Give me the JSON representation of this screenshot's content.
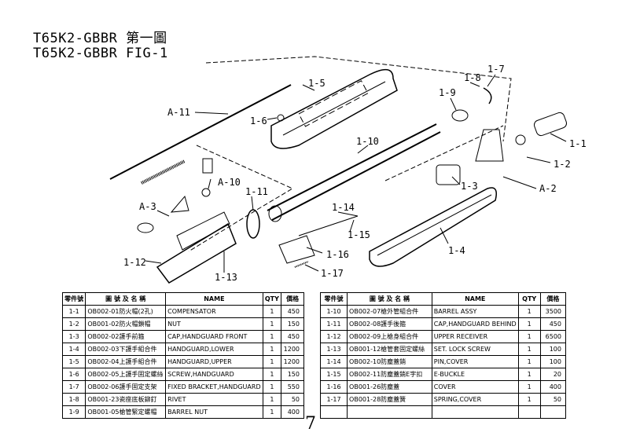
{
  "title": {
    "line1": "T65K2-GBBR 第一圖",
    "line2": "T65K2-GBBR FIG-1"
  },
  "callouts": [
    "A-11",
    "1-5",
    "1-6",
    "1-8",
    "1-7",
    "1-9",
    "1-10",
    "1-1",
    "1-2",
    "A-2",
    "1-3",
    "A-10",
    "1-11",
    "A-3",
    "1-14",
    "1-15",
    "1-4",
    "1-16",
    "1-12",
    "1-13",
    "1-17"
  ],
  "table_headers": {
    "no": "零件號",
    "code_name": "圖 號 及 名 稱",
    "name": "NAME",
    "qty": "QTY",
    "price": "價格"
  },
  "parts_left": [
    {
      "no": "1-1",
      "code": "OB002-01防火帽(2孔)",
      "name": "COMPENSATOR",
      "qty": "1",
      "price": "450"
    },
    {
      "no": "1-2",
      "code": "OB001-02防火帽鎖帽",
      "name": "NUT",
      "qty": "1",
      "price": "150"
    },
    {
      "no": "1-3",
      "code": "OB002-02護手前箍",
      "name": "CAP,HANDGUARD FRONT",
      "qty": "1",
      "price": "450"
    },
    {
      "no": "1-4",
      "code": "OB002-03下護手組合件",
      "name": "HANDGUARD,LOWER",
      "qty": "1",
      "price": "1200"
    },
    {
      "no": "1-5",
      "code": "OB002-04上護手組合件",
      "name": "HANDGUARD,UPPER",
      "qty": "1",
      "price": "1200"
    },
    {
      "no": "1-6",
      "code": "OB002-05上護手固定螺絲",
      "name": "SCREW,HANDGUARD",
      "qty": "1",
      "price": "150"
    },
    {
      "no": "1-7",
      "code": "OB002-06護手固定支架",
      "name": "FIXED BRACKET,HANDGUARD",
      "qty": "1",
      "price": "550"
    },
    {
      "no": "1-8",
      "code": "OB001-23瓷座底板鉚釘",
      "name": "RIVET",
      "qty": "1",
      "price": "50"
    },
    {
      "no": "1-9",
      "code": "OB001-05槍管緊定螺帽",
      "name": "BARREL NUT",
      "qty": "1",
      "price": "400"
    }
  ],
  "parts_right": [
    {
      "no": "1-10",
      "code": "OB002-07槍外管組合件",
      "name": "BARREL ASSY",
      "qty": "1",
      "price": "3500"
    },
    {
      "no": "1-11",
      "code": "OB002-08護手後箍",
      "name": "CAP,HANDGUARD BEHIND",
      "qty": "1",
      "price": "450"
    },
    {
      "no": "1-12",
      "code": "OB002-09上槍身組合件",
      "name": "UPPER RECEIVER",
      "qty": "1",
      "price": "6500"
    },
    {
      "no": "1-13",
      "code": "OB001-12槍管套固定螺絲",
      "name": "SET. LOCK SCREW",
      "qty": "1",
      "price": "100"
    },
    {
      "no": "1-14",
      "code": "OB002-10防塵蓋銷",
      "name": "PIN,COVER",
      "qty": "1",
      "price": "100"
    },
    {
      "no": "1-15",
      "code": "OB002-11防塵蓋銷E字扣",
      "name": "E-BUCKLE",
      "qty": "1",
      "price": "20"
    },
    {
      "no": "1-16",
      "code": "OB001-26防塵蓋",
      "name": "COVER",
      "qty": "1",
      "price": "400"
    },
    {
      "no": "1-17",
      "code": "OB001-28防塵蓋簧",
      "name": "SPRING,COVER",
      "qty": "1",
      "price": "50"
    },
    {
      "no": "",
      "code": "",
      "name": "",
      "qty": "",
      "price": ""
    }
  ],
  "page_number": "7"
}
